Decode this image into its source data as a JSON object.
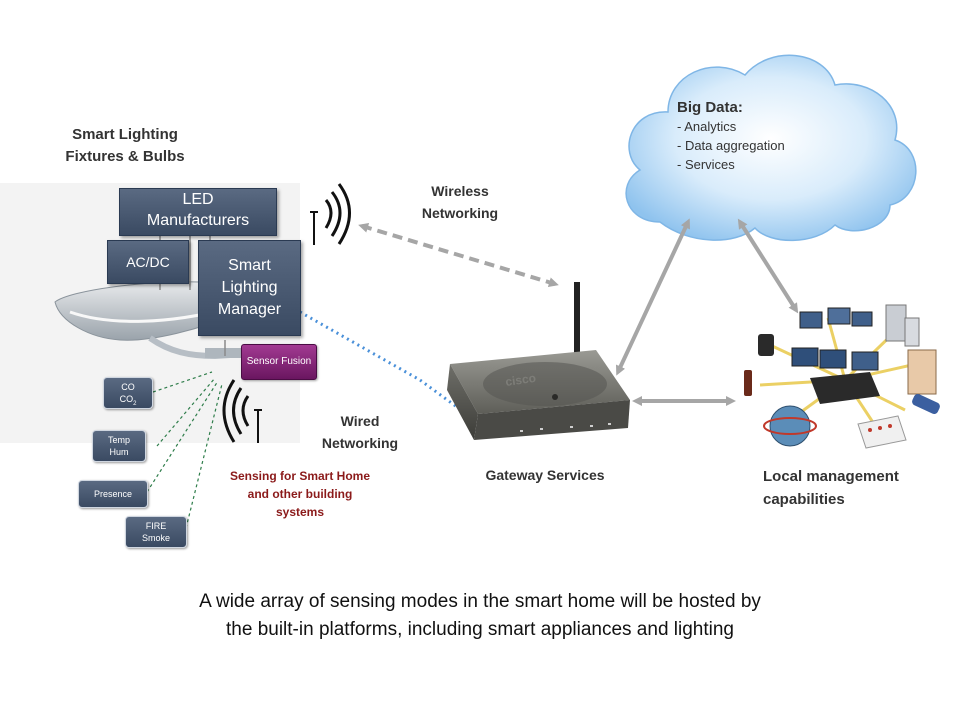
{
  "fixtures": {
    "title_line1": "Smart Lighting",
    "title_line2": "Fixtures & Bulbs"
  },
  "led_box": {
    "line1": "LED",
    "line2": "Manufacturers"
  },
  "acdc_box": {
    "label": "AC/DC"
  },
  "manager_box": {
    "line1": "Smart",
    "line2": "Lighting",
    "line3": "Manager"
  },
  "sensor_fusion": {
    "label": "Sensor Fusion"
  },
  "sensors": {
    "co_line1": "CO",
    "co_line2": "CO",
    "co_sub": "2",
    "temp_line1": "Temp",
    "temp_line2": "Hum",
    "presence": "Presence",
    "fire_line1": "FIRE",
    "fire_line2": "Smoke"
  },
  "wireless": {
    "line1": "Wireless",
    "line2": "Networking"
  },
  "wired": {
    "line1": "Wired",
    "line2": "Networking"
  },
  "sensing_note": {
    "line1": "Sensing for Smart Home",
    "line2": "and other building",
    "line3": "systems"
  },
  "gateway": {
    "label": "Gateway Services"
  },
  "cloud": {
    "title": "Big Data:",
    "items": [
      "- Analytics",
      "- Data aggregation",
      "- Services"
    ]
  },
  "local": {
    "line1": "Local management",
    "line2": "capabilities"
  },
  "caption": {
    "line1": "A wide array of sensing modes in the smart home will be hosted by",
    "line2": "the built-in platforms, including smart appliances and lighting"
  },
  "colors": {
    "box": "#3e4e66",
    "sensor_fusion": "#7a1c6e",
    "sensing_note": "#8b1a1a",
    "arrow_gray": "#a6a6a6",
    "wired_dotted": "#4a90d9",
    "sensor_lines": "#2e7d4a"
  }
}
